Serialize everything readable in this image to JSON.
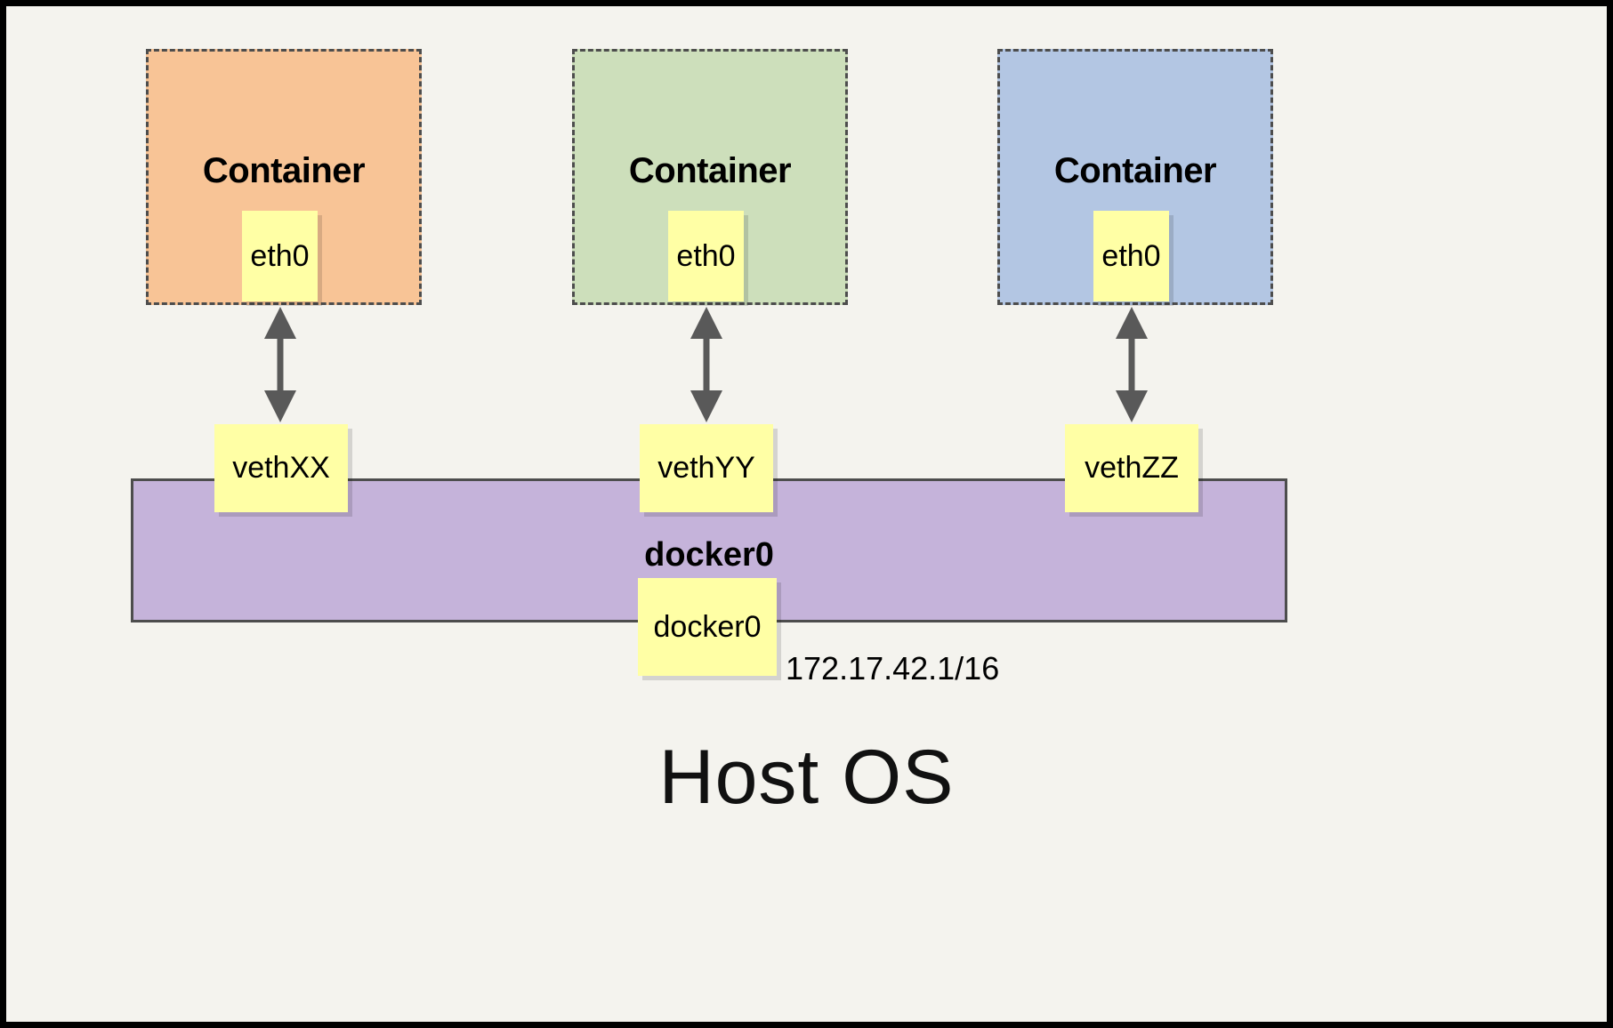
{
  "diagram": {
    "title_text": "Host OS",
    "bridge": {
      "name": "docker0",
      "note_label": "docker0",
      "ip": "172.17.42.1/16",
      "color": "#c5b3da"
    },
    "containers": [
      {
        "title": "Container",
        "iface": "eth0",
        "color": "#f8c496",
        "veth": "vethXX"
      },
      {
        "title": "Container",
        "iface": "eth0",
        "color": "#cddfbb",
        "veth": "vethYY"
      },
      {
        "title": "Container",
        "iface": "eth0",
        "color": "#b3c6e3",
        "veth": "vethZZ"
      }
    ],
    "colors": {
      "background": "#f4f3ee",
      "frame": "#000000",
      "note": "#ffffa5",
      "stroke": "#4d4d4d",
      "arrow": "#595959"
    },
    "links": [
      {
        "from": "eth0",
        "to": "vethXX",
        "style": "bidirectional"
      },
      {
        "from": "eth0",
        "to": "vethYY",
        "style": "bidirectional"
      },
      {
        "from": "eth0",
        "to": "vethZZ",
        "style": "bidirectional"
      }
    ]
  }
}
